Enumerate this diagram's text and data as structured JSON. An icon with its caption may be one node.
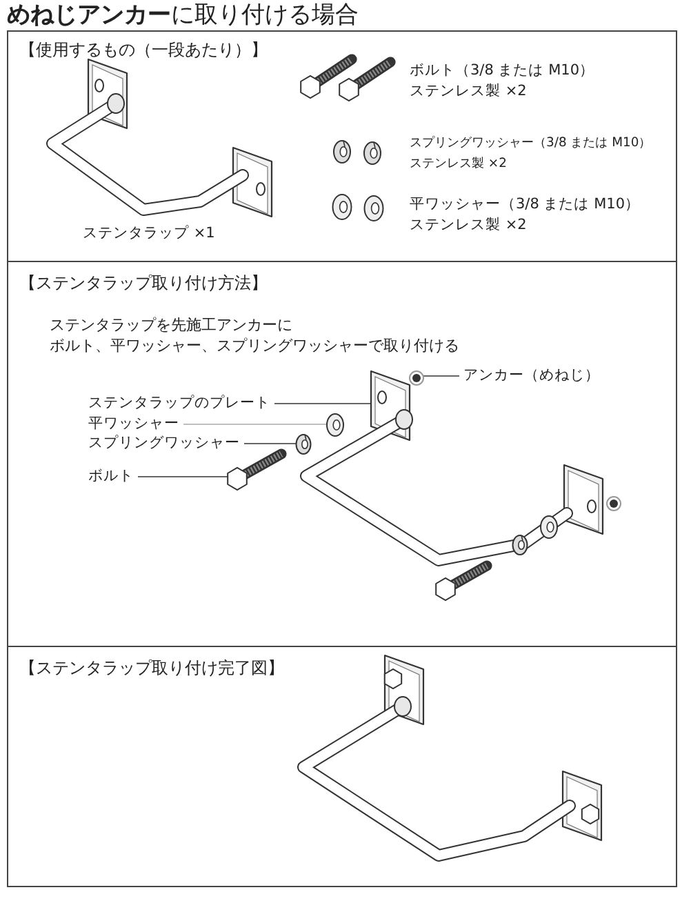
{
  "diagram": {
    "title": "**めねじアンカー**に取り付ける場合",
    "nodes": [
      {
        "text": [
          "【使用するもの（一段あたり）】"
        ]
      },
      {
        "text": [
          "【ステンタラップ取り付け方法】",
          "ステンタラップを先施工アンカーにボルト、平ワッシャー、スプリングワッシャーで取り付ける"
        ]
      },
      {
        "text": [
          "ステンタラップのプレート"
        ],
        "in": 1
      },
      {
        "text": [
          "平ワッシャー"
        ],
        "in": 1
      },
      {
        "text": [
          "スプリングワッシャー"
        ],
        "in": 1
      },
      {
        "text": [
          "ボルト"
        ],
        "in": 1
      },
      {
        "text": [
          "アンカー（めねじ）"
        ],
        "in": 1
      },
      {
        "text": [],
        "shape": "picture",
        "in": 1
      },
      {
        "text": [],
        "shape": "picture",
        "in": 1
      },
      {
        "text": [],
        "shape": "picture",
        "in": 1
      },
      {
        "text": [],
        "shape": "picture",
        "in": 1
      },
      {
        "text": [],
        "shape": "picture",
        "in": 1
      },
      {
        "text": [
          "【ステンタラップ取り付け完了図】"
        ]
      }
    ],
    "edges": [
      {
        "from": 6,
        "to": 7,
        "arrow": "none"
      },
      {
        "from": 2,
        "to": 8,
        "arrow": "none"
      },
      {
        "from": 3,
        "to": 9,
        "arrow": "none",
        "color": "#aaaaaa"
      },
      {
        "from": 4,
        "to": 10,
        "arrow": "none"
      },
      {
        "from": 5,
        "to": 11,
        "arrow": "none"
      }
    ],
    "labels": [
      "ボルト（3/8 または M10）ステンレス製 ×2",
      "スプリングワッシャー（3/8 または M10）ステンレス製 ×2",
      "平ワッシャー（3/8 または M10）ステンレス製 ×2",
      "ステンタラップ ×1"
    ]
  }
}
